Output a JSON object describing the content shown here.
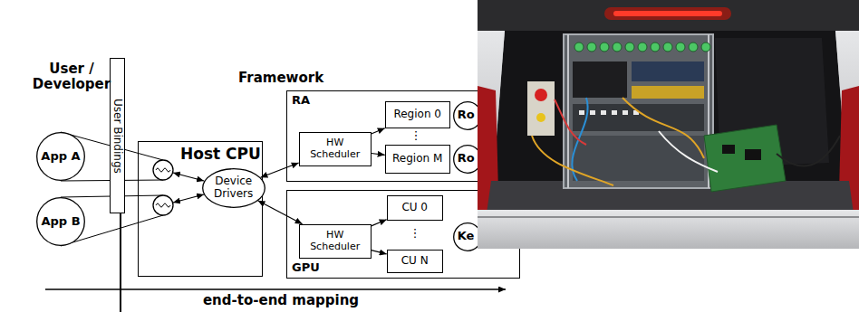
{
  "diagram": {
    "nodes": [
      {
        "text": [
          "App A"
        ]
      },
      {
        "text": [
          "App B"
        ]
      },
      {
        "text": [
          "User Bindings"
        ]
      },
      {
        "text": [
          "Host CPU"
        ]
      },
      {
        "text": [
          "Device Drivers"
        ],
        "in": 3
      },
      {
        "text": [
          "RA"
        ]
      },
      {
        "text": [
          "HW Scheduler"
        ],
        "in": 5
      },
      {
        "text": [
          "Region 0"
        ],
        "in": 5
      },
      {
        "text": [
          "Region M"
        ],
        "in": 5
      },
      {
        "text": [
          "Ro"
        ],
        "in": 5
      },
      {
        "text": [
          "Ro"
        ],
        "in": 5
      },
      {
        "text": [
          "GPU"
        ]
      },
      {
        "text": [
          "HW Scheduler"
        ],
        "in": 11
      },
      {
        "text": [
          "CU 0"
        ],
        "in": 11
      },
      {
        "text": [
          "CU N"
        ],
        "in": 11
      },
      {
        "text": [
          "Ke"
        ],
        "in": 11
      }
    ],
    "edges": [
      {
        "from": 4,
        "to": 6,
        "arrow": "both"
      },
      {
        "from": 4,
        "to": 12,
        "arrow": "both"
      },
      {
        "from": 6,
        "to": 7,
        "arrow": "to"
      },
      {
        "from": 6,
        "to": 8,
        "arrow": "to"
      },
      {
        "from": 12,
        "to": 13,
        "arrow": "to"
      },
      {
        "from": 12,
        "to": 14,
        "arrow": "to"
      }
    ],
    "labels": [
      "User / Developer",
      "Framework",
      "⋮",
      "⋮",
      "end-to-end mapping"
    ]
  }
}
